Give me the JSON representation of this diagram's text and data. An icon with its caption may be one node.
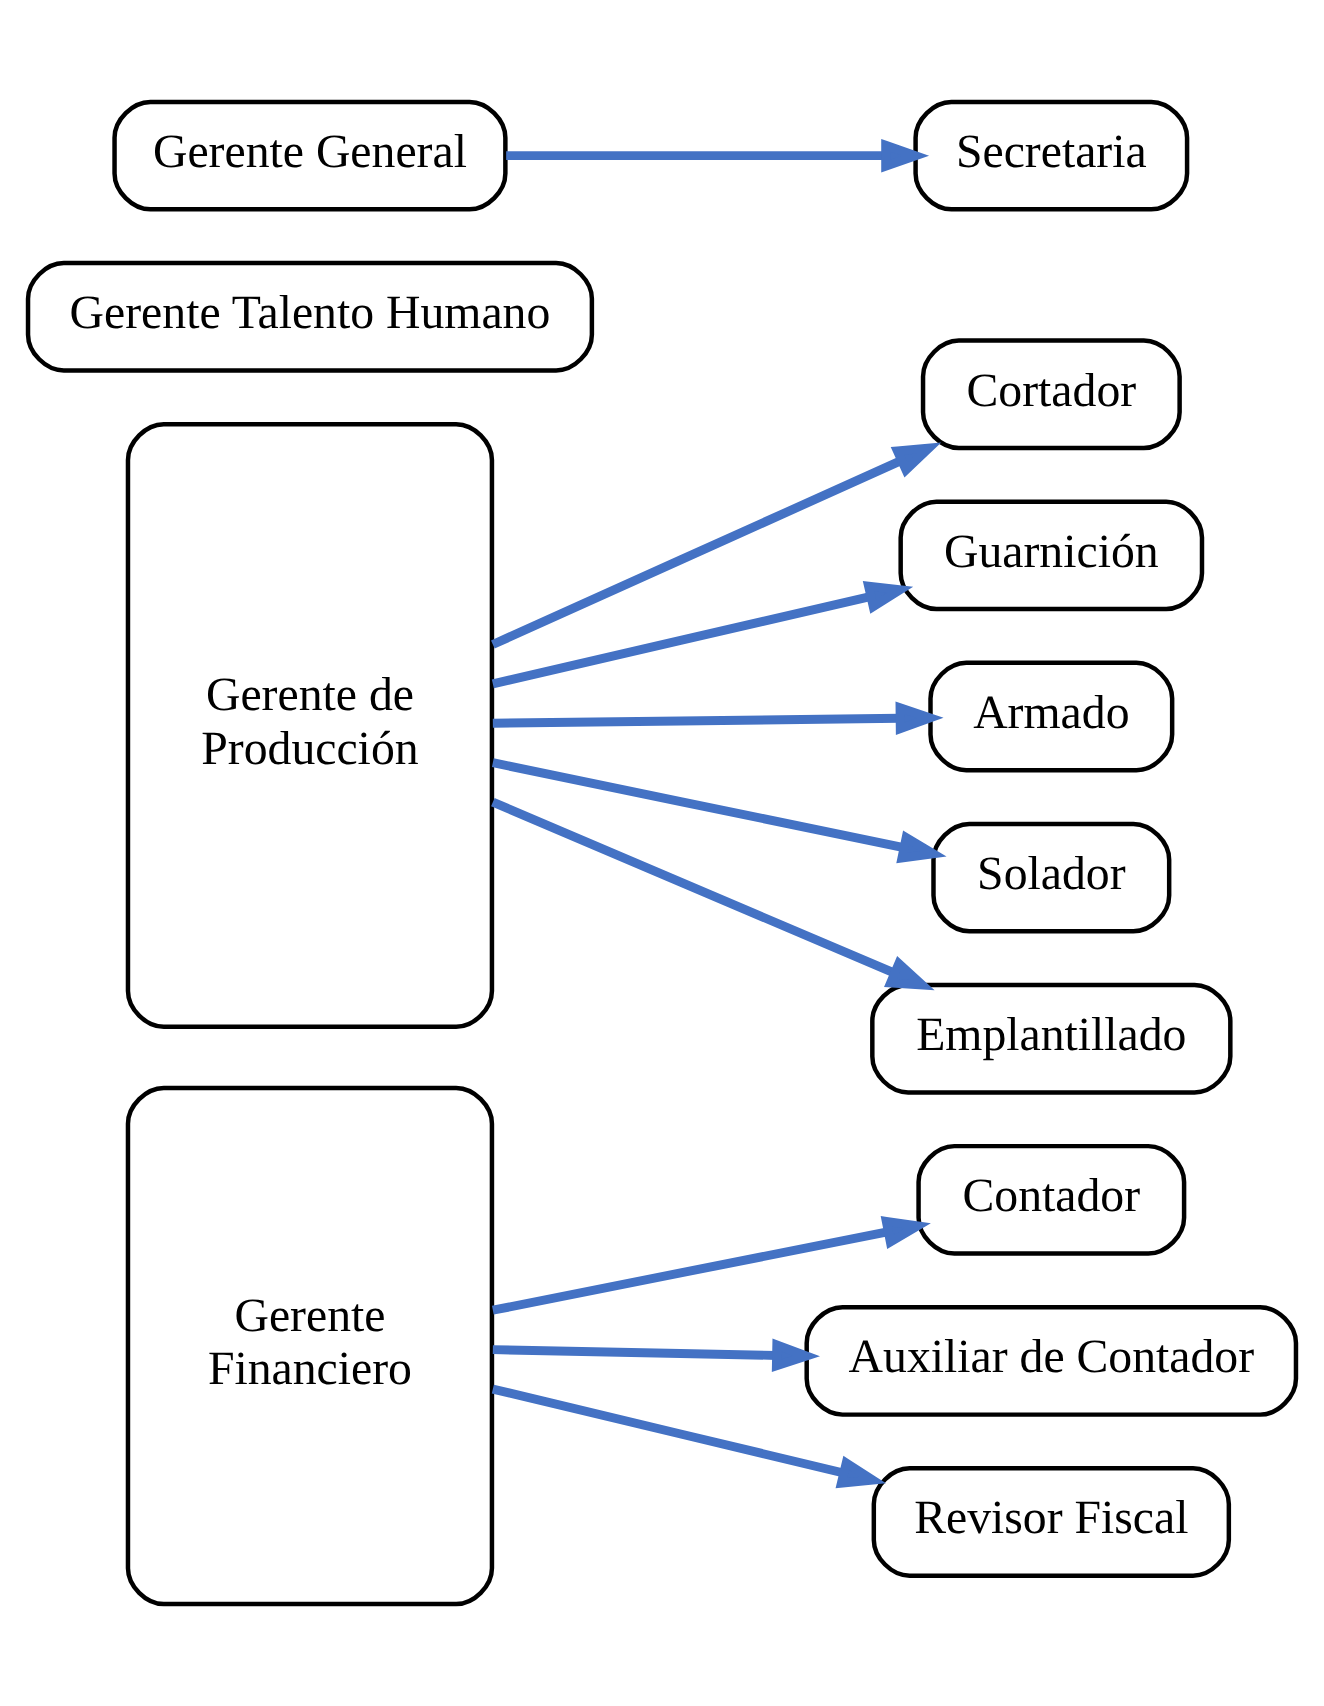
{
  "diagram": {
    "nodes": [
      {
        "text": [
          "Gerente General"
        ]
      },
      {
        "text": [
          "Secretaria"
        ]
      },
      {
        "text": [
          "Gerente Talento Humano"
        ]
      },
      {
        "text": [
          "Gerente de Producción"
        ]
      },
      {
        "text": [
          "Cortador"
        ]
      },
      {
        "text": [
          "Guarnición"
        ]
      },
      {
        "text": [
          "Armado"
        ]
      },
      {
        "text": [
          "Solador"
        ]
      },
      {
        "text": [
          "Emplantillado"
        ]
      },
      {
        "text": [
          "Gerente Financiero"
        ]
      },
      {
        "text": [
          "Contador"
        ]
      },
      {
        "text": [
          "Auxiliar de Contador"
        ]
      },
      {
        "text": [
          "Revisor Fiscal"
        ]
      }
    ],
    "edges": [
      {
        "from": 0,
        "to": 1,
        "arrow": "to"
      },
      {
        "from": 3,
        "to": 4,
        "arrow": "to"
      },
      {
        "from": 3,
        "to": 5,
        "arrow": "to"
      },
      {
        "from": 3,
        "to": 6,
        "arrow": "to"
      },
      {
        "from": 3,
        "to": 7,
        "arrow": "to"
      },
      {
        "from": 3,
        "to": 8,
        "arrow": "to"
      },
      {
        "from": 9,
        "to": 10,
        "arrow": "to"
      },
      {
        "from": 9,
        "to": 11,
        "arrow": "to"
      },
      {
        "from": 9,
        "to": 12,
        "arrow": "to"
      }
    ]
  }
}
